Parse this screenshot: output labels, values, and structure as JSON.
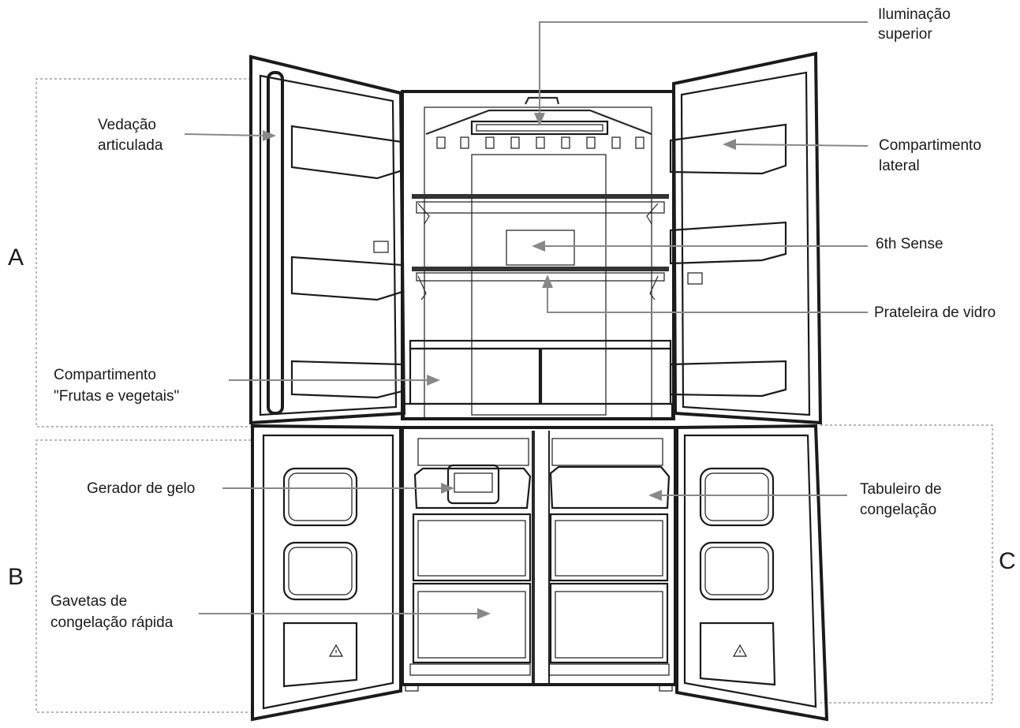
{
  "sections": {
    "a": "A",
    "b": "B",
    "c": "C"
  },
  "callouts": {
    "top_light": [
      "Iluminação",
      "superior"
    ],
    "hinged_seal": [
      "Vedação",
      "articulada"
    ],
    "side_compartment": [
      "Compartimento",
      "lateral"
    ],
    "sixth_sense": [
      "6th Sense"
    ],
    "glass_shelf": [
      "Prateleira de vidro"
    ],
    "fruit_veg": [
      "Compartimento",
      "\"Frutas e vegetais\""
    ],
    "ice_maker": [
      "Gerador de gelo"
    ],
    "freezing_tray": [
      "Tabuleiro de",
      "congelação"
    ],
    "quick_freeze": [
      "Gavetas de",
      "congelação rápida"
    ]
  },
  "colors": {
    "outline": "#1b1b1b",
    "leader": "#888888",
    "dashed_frame": "#8a8a8a",
    "background": "#ffffff"
  },
  "icons": [
    "recycle-icon"
  ]
}
